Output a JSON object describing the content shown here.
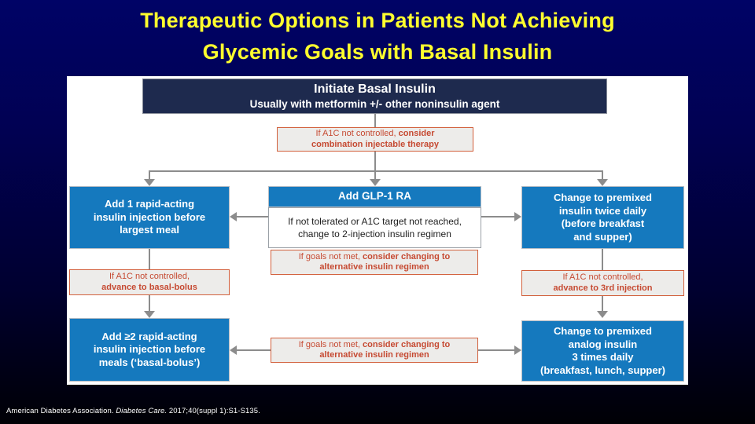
{
  "title": {
    "line1": "Therapeutic Options in Patients Not Achieving",
    "line2": "Glycemic Goals with Basal Insulin"
  },
  "flow": {
    "initiate": {
      "line1": "Initiate Basal Insulin",
      "line2": "Usually with metformin +/- other noninsulin agent"
    },
    "gray_top": {
      "line1_normal": "If A1C not controlled, ",
      "line1_bold": "consider",
      "line2_bold": "combination injectable therapy"
    },
    "add_rapid_1": {
      "line1": "Add 1 rapid-acting",
      "line2": "insulin injection before",
      "line3": "largest meal"
    },
    "glp1": {
      "header": "Add GLP-1 RA",
      "body_line1": "If not tolerated or A1C target not reached,",
      "body_line2": "change to 2-injection insulin regimen"
    },
    "gray_mid": {
      "line1_normal": "If goals not met, ",
      "line1_bold": "consider changing to",
      "line2_bold": "alternative insulin regimen"
    },
    "premixed_twice": {
      "line1": "Change to premixed",
      "line2": "insulin twice daily",
      "line3": "(before breakfast",
      "line4": "and supper)"
    },
    "gray_left_2": {
      "line1": "If A1C not controlled,",
      "line2_bold": "advance to basal-bolus"
    },
    "gray_right_2": {
      "line1": "If A1C not controlled,",
      "line2_bold": "advance to 3rd injection"
    },
    "basal_bolus": {
      "line1": "Add ≥2 rapid-acting",
      "line2": "insulin injection before",
      "line3": "meals (‘basal-bolus’)"
    },
    "gray_bottom": {
      "line1_normal": "If goals not met, ",
      "line1_bold": "consider changing to",
      "line2_bold": "alternative insulin regimen"
    },
    "premixed_analog": {
      "line1": "Change to premixed",
      "line2": "analog insulin",
      "line3": "3 times daily",
      "line4": "(breakfast, lunch, supper)"
    }
  },
  "footer": {
    "normal": "American Diabetes Association. ",
    "italic": "Diabetes Care.",
    "rest": " 2017;40(suppl 1):S1-S135."
  },
  "colors": {
    "bg_top": "#000366",
    "bg_bottom": "#000005",
    "panel": "#ffffff",
    "yellow": "#ffff2e",
    "navy": "#1e2a4e",
    "blue": "#1579be",
    "gray_fill": "#edecea",
    "orange_border": "#d2603c",
    "red_text": "#c64a32",
    "line": "#8c8c8c"
  }
}
